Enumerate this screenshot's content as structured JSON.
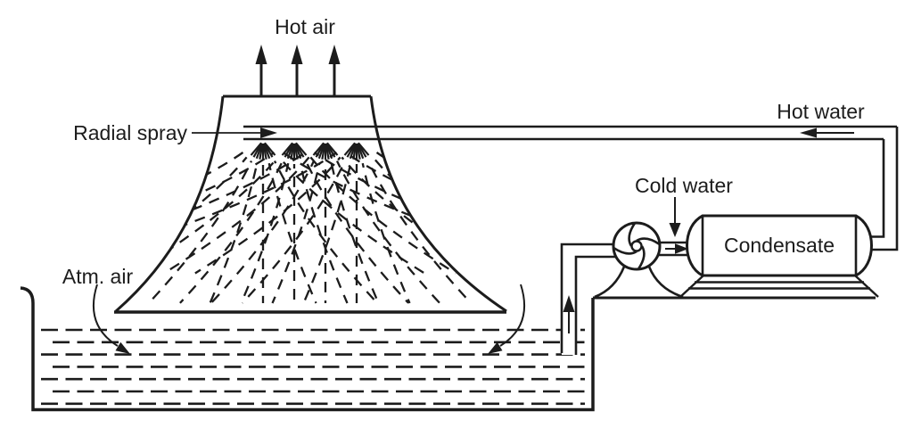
{
  "colors": {
    "ink": "#1c1c1c",
    "background": "#ffffff"
  },
  "labels": {
    "hot_air": "Hot air",
    "radial_spray": "Radial spray",
    "hot_water": "Hot water",
    "cold_water": "Cold water",
    "condensate": "Condensate",
    "atm_air": "Atm. air"
  }
}
